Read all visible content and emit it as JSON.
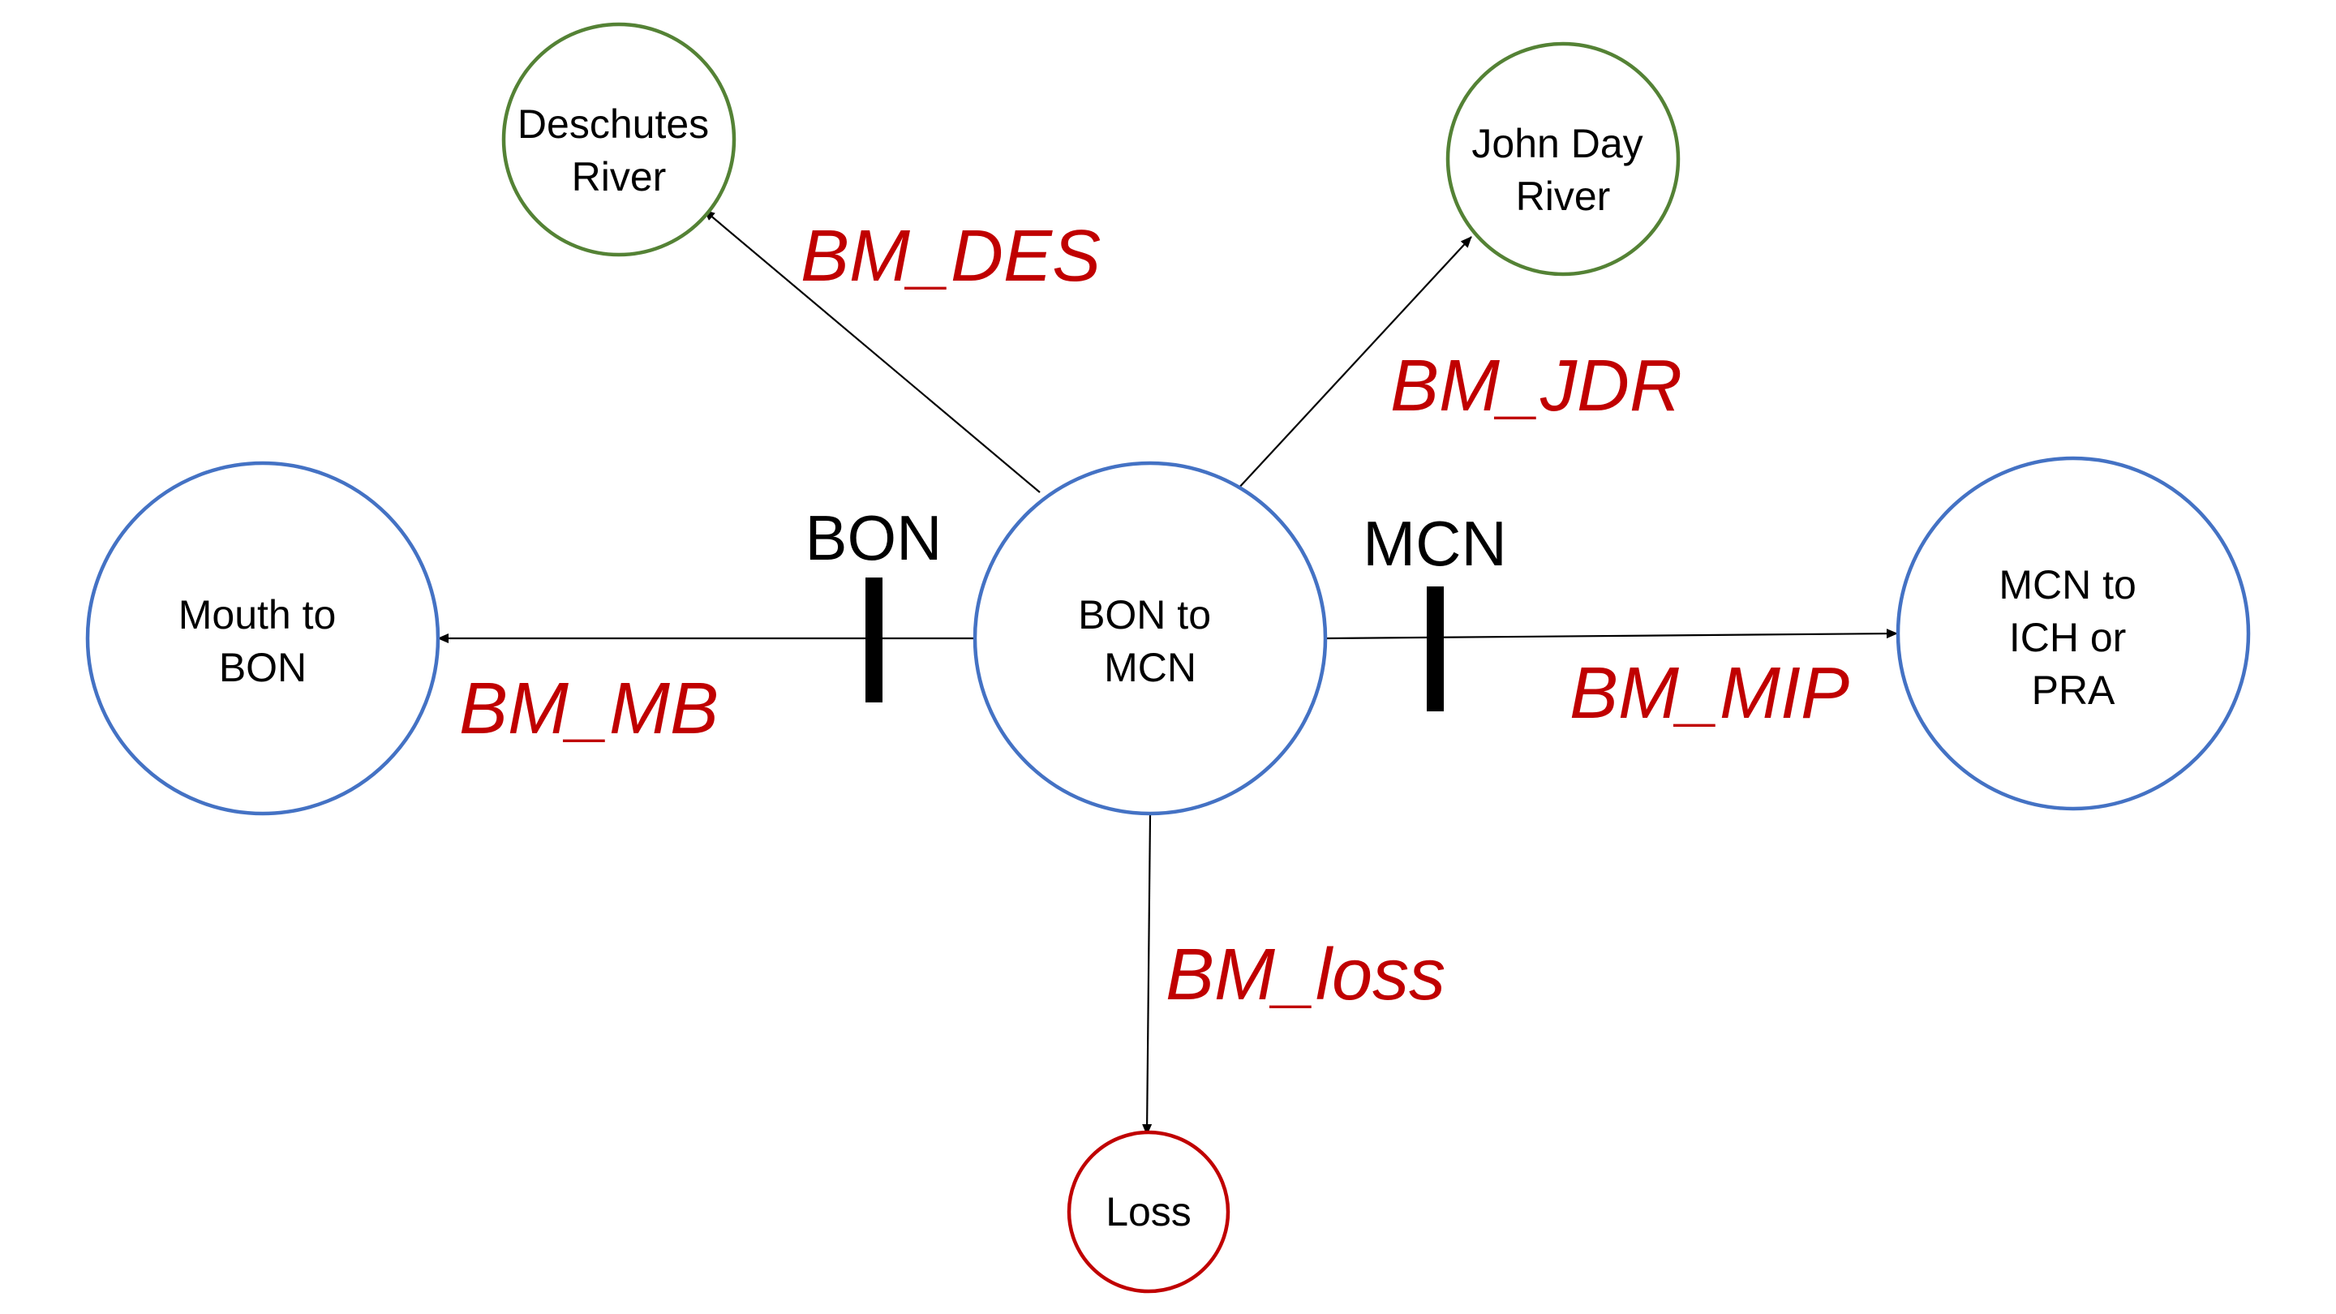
{
  "colors": {
    "main_node": "#4472C4",
    "tributary_node": "#548235",
    "loss_node": "#C00000",
    "edge_label": "#C00000",
    "line": "#000000"
  },
  "nodes": {
    "mouth_to_bon": {
      "lines": [
        "Mouth to",
        "BON"
      ]
    },
    "bon_to_mcn": {
      "lines": [
        "BON to",
        "MCN"
      ]
    },
    "mcn_to_ich_or_pra": {
      "lines": [
        "MCN to",
        "ICH or",
        "PRA"
      ]
    },
    "deschutes_river": {
      "lines": [
        "Deschutes",
        "River"
      ]
    },
    "john_day_river": {
      "lines": [
        "John Day",
        "River"
      ]
    },
    "loss": {
      "lines": [
        "Loss"
      ]
    }
  },
  "dams": {
    "bon": "BON",
    "mcn": "MCN"
  },
  "edges": {
    "bm_des": "BM_DES",
    "bm_jdr": "BM_JDR",
    "bm_mb": "BM_MB",
    "bm_mip": "BM_MIP",
    "bm_loss": "BM_loss"
  }
}
